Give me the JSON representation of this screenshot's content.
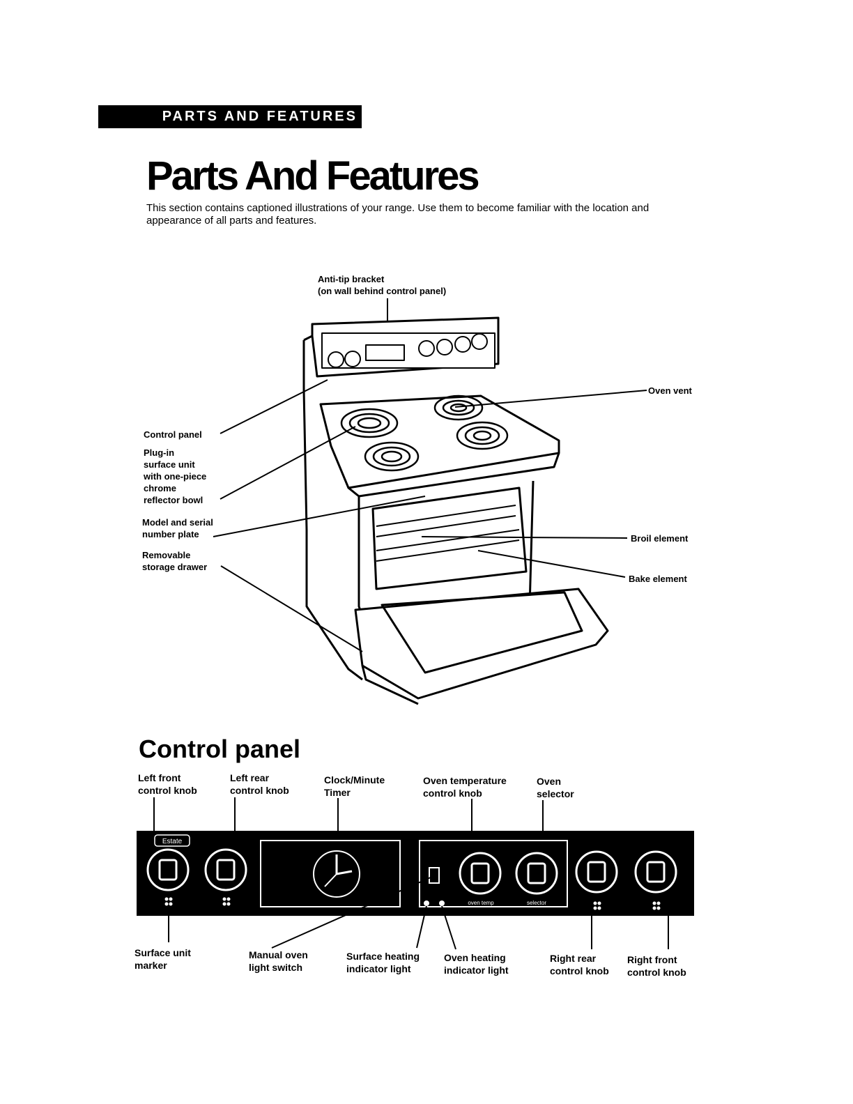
{
  "header": {
    "banner": "PARTS AND FEATURES"
  },
  "title": "Parts And Features",
  "intro": "This section contains captioned illustrations of your range. Use them to become familiar with the location and appearance of all parts and features.",
  "range_labels": {
    "anti_tip": "Anti-tip bracket\n(on wall behind control panel)",
    "oven_vent": "Oven vent",
    "control_panel": "Control panel",
    "plug_in": "Plug-in\nsurface unit\nwith one-piece\nchrome\nreflector bowl",
    "model_serial": "Model and serial\nnumber plate",
    "drawer": "Removable\nstorage drawer",
    "broil": "Broil element",
    "bake": "Bake element"
  },
  "control_panel_section": {
    "title": "Control panel",
    "brand_badge": "Estate",
    "top_labels": {
      "left_front": "Left front\ncontrol knob",
      "left_rear": "Left rear\ncontrol knob",
      "clock": "Clock/Minute\nTimer",
      "oven_temp": "Oven temperature\ncontrol knob",
      "oven_selector": "Oven\nselector"
    },
    "bottom_labels": {
      "surface_marker": "Surface unit\nmarker",
      "light_switch": "Manual oven\nlight switch",
      "surface_heating": "Surface heating\nindicator light",
      "oven_heating": "Oven heating\nindicator light",
      "right_rear": "Right rear\ncontrol knob",
      "right_front": "Right front\ncontrol knob"
    },
    "panel_text": {
      "oven_temp": "oven temp",
      "selector": "selector"
    }
  }
}
